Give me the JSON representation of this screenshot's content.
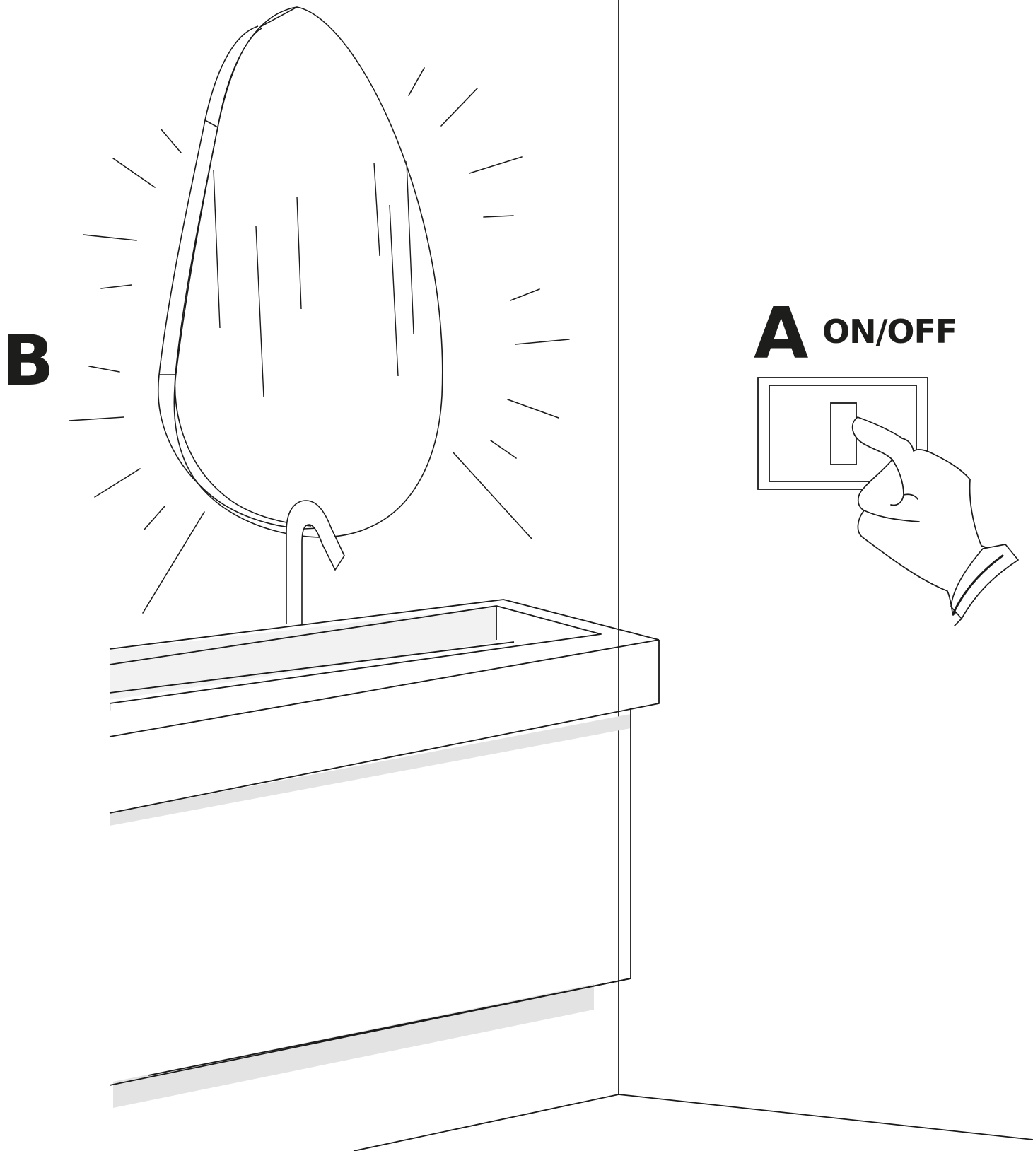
{
  "labels": {
    "mirror_marker": "B",
    "switch_marker": "A",
    "switch_caption": "ON/OFF"
  },
  "colors": {
    "ink": "#1d1d1b",
    "line": "#1a1a1a",
    "shadow": "#e3e3e3",
    "basin_fill": "#f2f2f2"
  },
  "icons": {
    "mirror": "teardrop-mirror-icon",
    "light_rays": "glow-rays-icon",
    "switch": "wall-switch-icon",
    "hand": "pointing-hand-icon",
    "faucet": "faucet-icon",
    "vanity": "vanity-cabinet-icon"
  }
}
